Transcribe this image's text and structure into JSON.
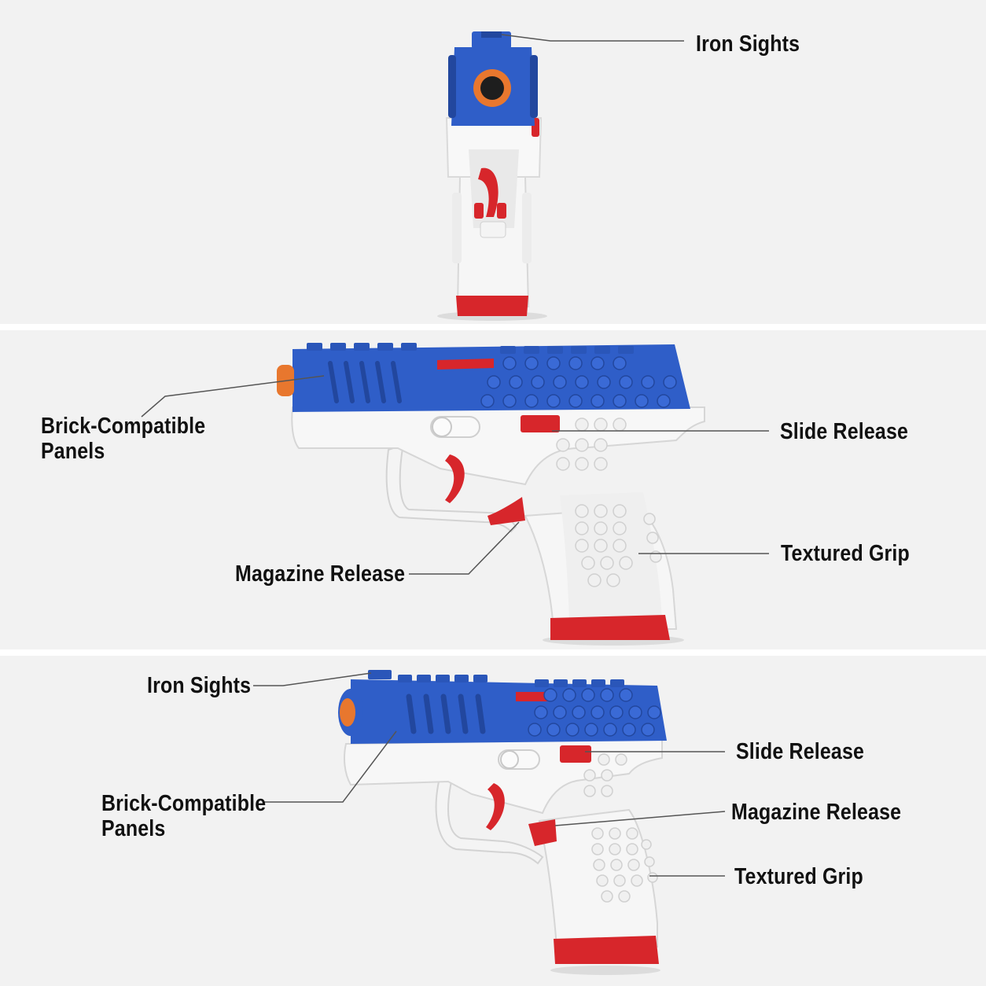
{
  "colors": {
    "blue": "#2f5ec8",
    "blue_dark": "#22479e",
    "white_body": "#f4f4f4",
    "red": "#d7262b",
    "orange": "#e8772e",
    "background": "#f2f2f2",
    "leader_line": "#555555",
    "text": "#111111"
  },
  "panel_front": {
    "labels": {
      "iron_sights": "Iron Sights"
    }
  },
  "panel_side": {
    "labels": {
      "brick_panels_1": "Brick-Compatible",
      "brick_panels_2": "Panels",
      "slide_release": "Slide Release",
      "magazine_release": "Magazine Release",
      "textured_grip": "Textured Grip"
    }
  },
  "panel_angle": {
    "labels": {
      "iron_sights": "Iron Sights",
      "brick_panels_1": "Brick-Compatible",
      "brick_panels_2": "Panels",
      "slide_release": "Slide Release",
      "magazine_release": "Magazine Release",
      "textured_grip": "Textured Grip"
    }
  }
}
